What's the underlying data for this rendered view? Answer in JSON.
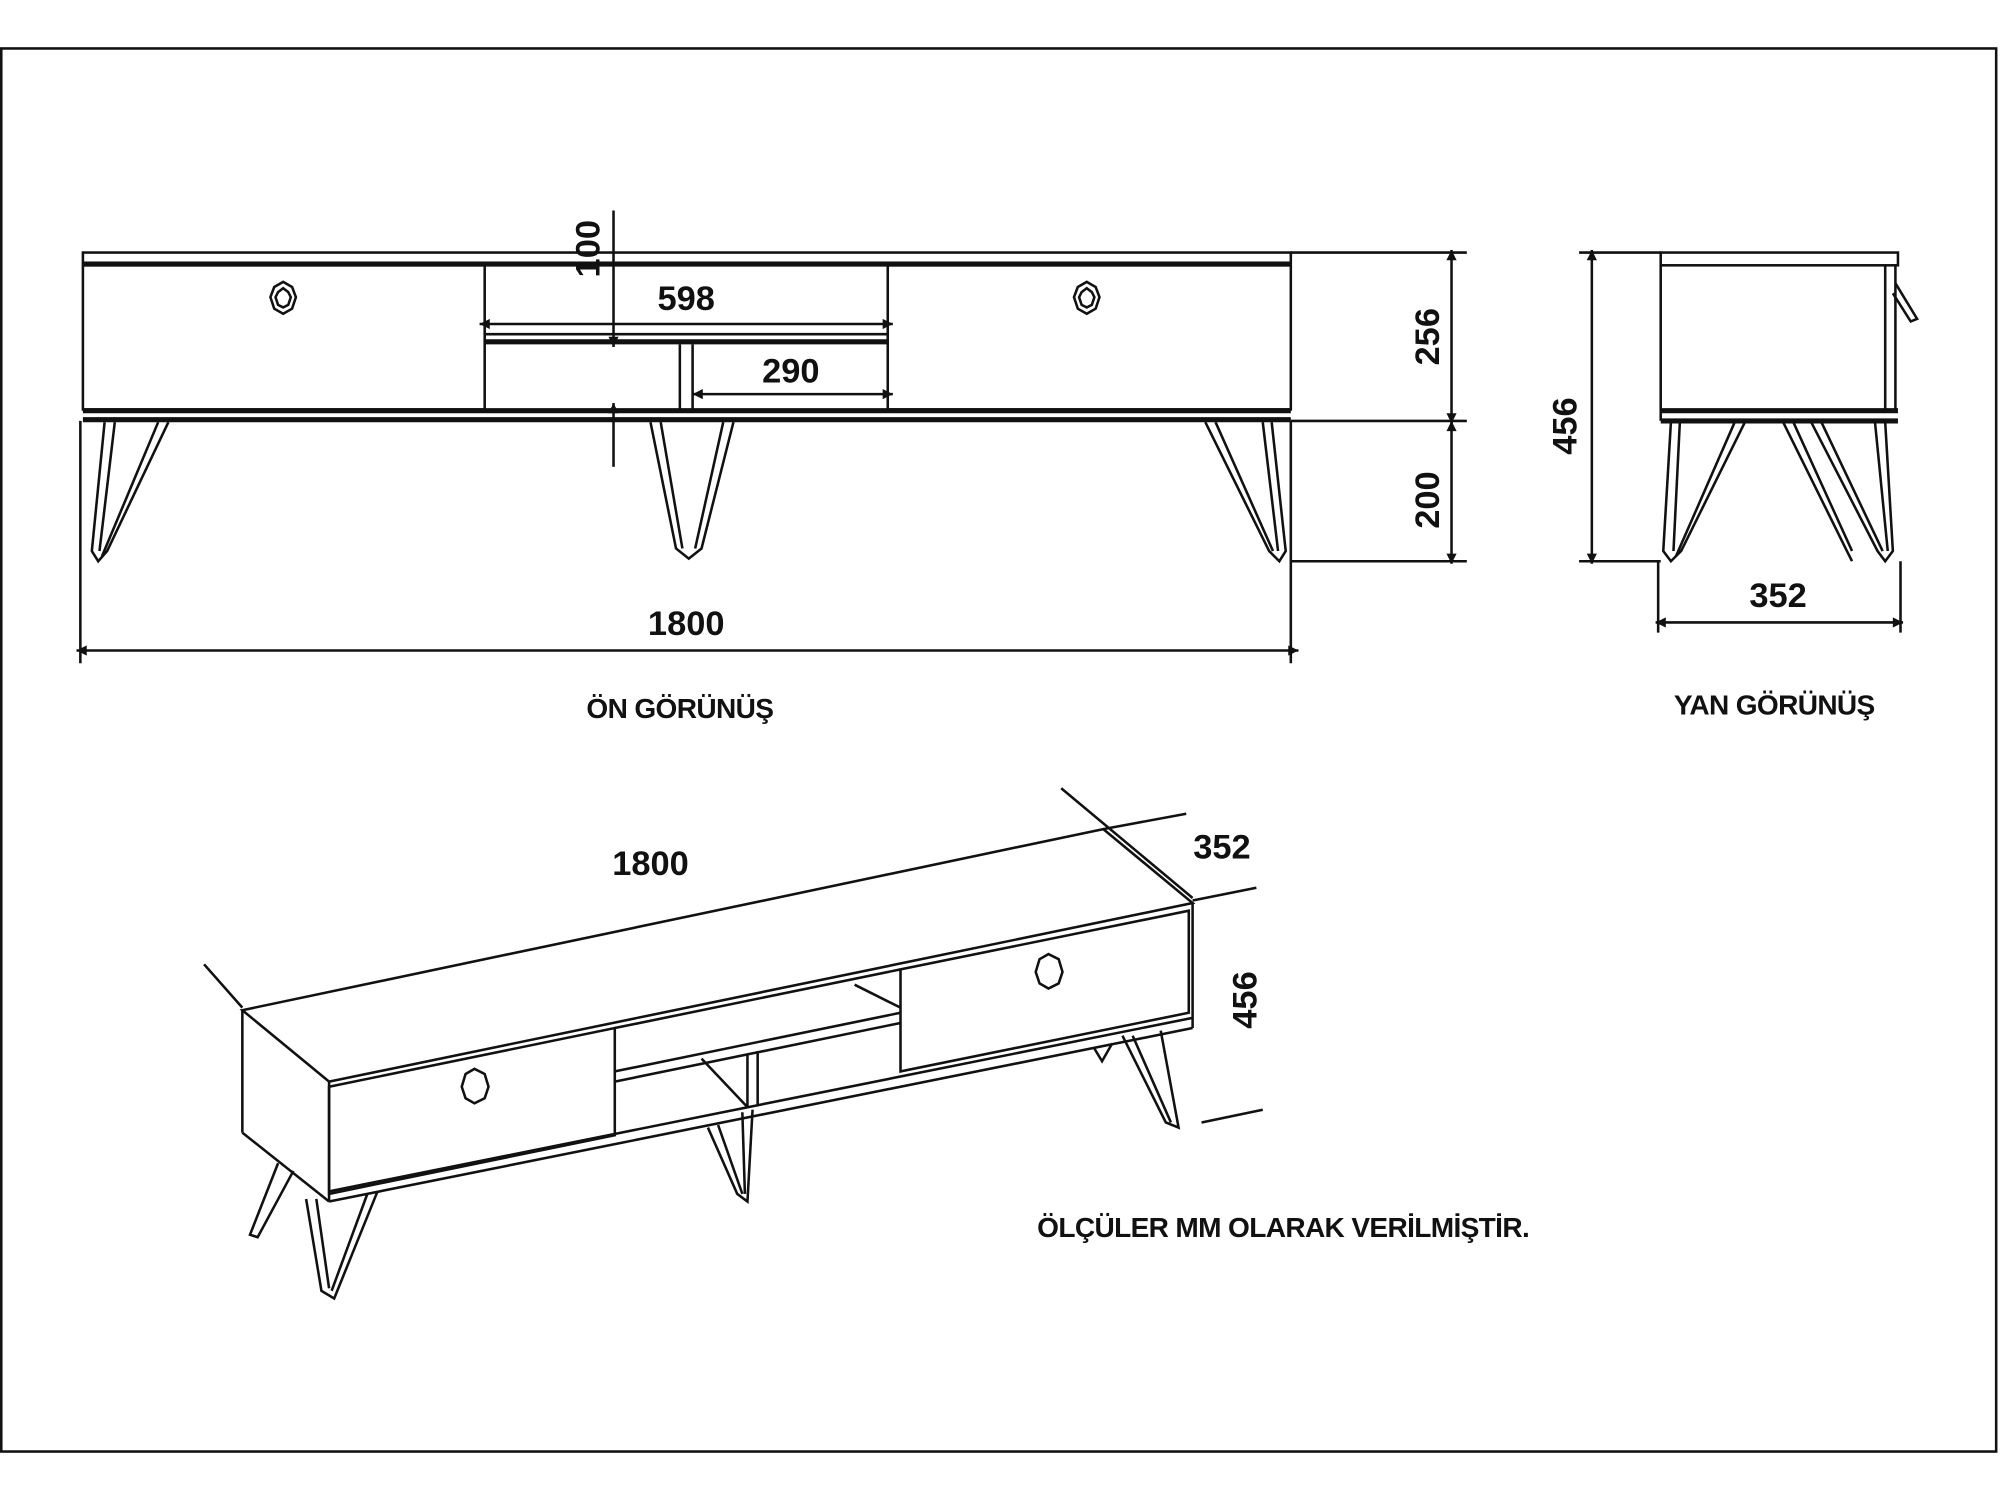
{
  "front_view": {
    "title": "ÖN GÖRÜNÜŞ",
    "dimensions": {
      "total_width": "1800",
      "shelf_height": "100",
      "open_width": "598",
      "compartment_width": "290",
      "body_height": "256",
      "leg_height": "200"
    }
  },
  "side_view": {
    "title": "YAN GÖRÜNÜŞ",
    "dimensions": {
      "total_height": "456",
      "depth": "352"
    }
  },
  "perspective_view": {
    "dimensions": {
      "width": "1800",
      "depth": "352",
      "height": "456"
    }
  },
  "note": "ÖLÇÜLER MM OLARAK VERİLMİŞTİR.",
  "colors": {
    "line": "#111111",
    "background": "#ffffff"
  }
}
